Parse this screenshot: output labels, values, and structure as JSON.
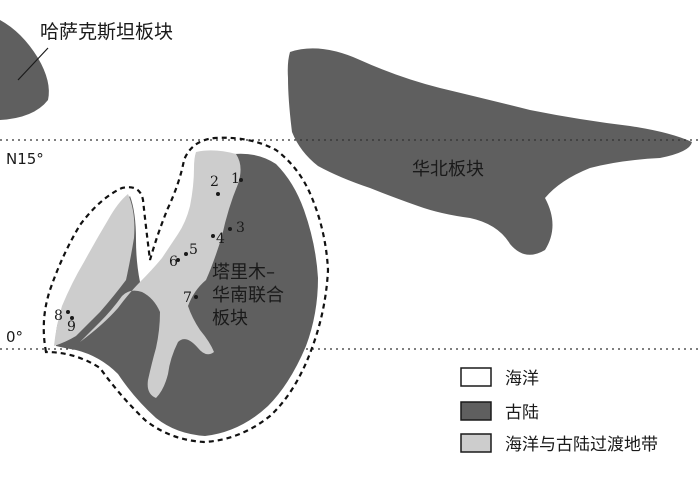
{
  "colors": {
    "land": "#5f5f5f",
    "transition": "#cdcdcd",
    "ocean": "#ffffff",
    "ink": "#1a1a1a"
  },
  "plates": {
    "kazakhstan": "哈萨克斯坦板块",
    "north_china": "华北板块",
    "tarim_south_china": [
      "塔里木–",
      "华南联合",
      "板块"
    ]
  },
  "latitudes": {
    "n15": "N15°",
    "equator": "0°"
  },
  "sites": {
    "s1": "1",
    "s2": "2",
    "s3": "3",
    "s4": "4",
    "s5": "5",
    "s6": "6",
    "s7": "7",
    "s8": "8",
    "s9": "9"
  },
  "legend": {
    "ocean": "海洋",
    "ancient_land": "古陆",
    "transition": "海洋与古陆过渡地带"
  }
}
